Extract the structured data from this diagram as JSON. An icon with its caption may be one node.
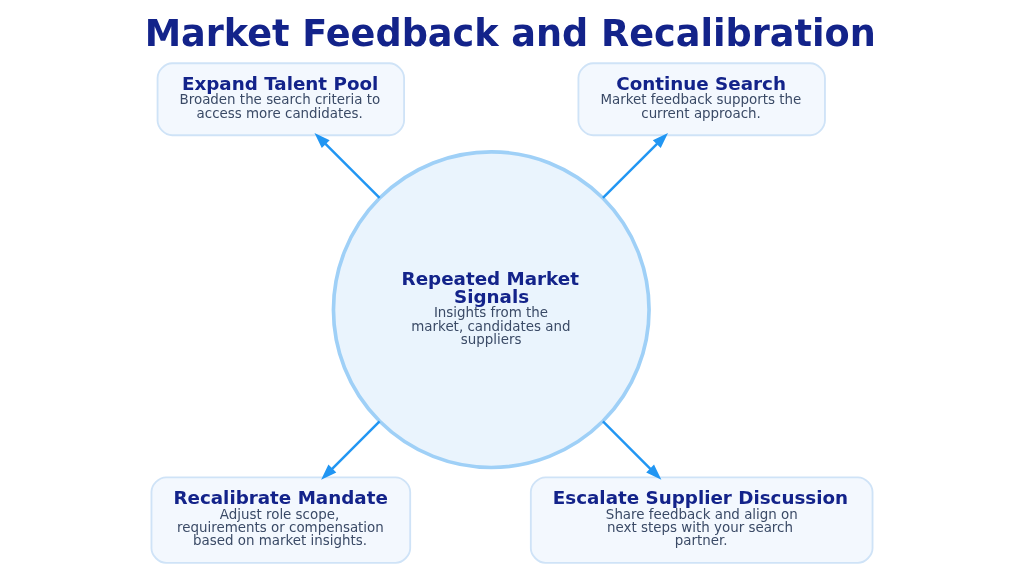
{
  "diagram": {
    "title": "Market Feedback and Recalibration",
    "nodes": [
      {
        "text": [
          "Repeated Market Signals",
          "Insights from the market, candidates and suppliers"
        ]
      },
      {
        "text": [
          "Continue Search",
          "Market feedback supports the current approach."
        ]
      },
      {
        "text": [
          "Expand Talent Pool",
          "Broaden the search criteria to access more candidates."
        ]
      },
      {
        "text": [
          "Recalibrate Mandate",
          "Adjust role scope, requirements or compensation based on market insights."
        ]
      },
      {
        "text": [
          "Escalate Supplier Discussion",
          "Share feedback and align on next steps with your search partner."
        ]
      }
    ],
    "edges": [
      {
        "from": 0,
        "to": 1,
        "arrow": "to"
      },
      {
        "from": 0,
        "to": 2,
        "arrow": "to"
      },
      {
        "from": 0,
        "to": 3,
        "arrow": "to"
      },
      {
        "from": 0,
        "to": 4,
        "arrow": "to"
      }
    ]
  }
}
